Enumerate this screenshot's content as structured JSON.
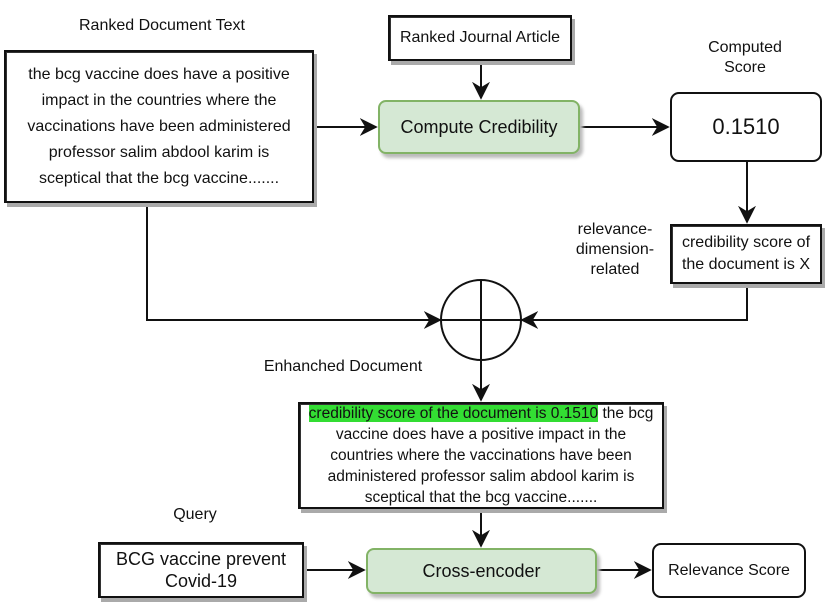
{
  "labels": {
    "ranked_doc_text": "Ranked Document Text",
    "computed_score_line1": "Computed",
    "computed_score_line2": "Score",
    "relevance_dimension_line1": "relevance-",
    "relevance_dimension_line2": "dimension-",
    "relevance_dimension_line3": "related",
    "enhanced_document": "Enhanched Document",
    "query": "Query"
  },
  "boxes": {
    "ranked_doc": "the bcg vaccine does have a positive impact in the countries where the vaccinations have been administered professor salim abdool karim is sceptical that the bcg vaccine.......",
    "journal_article": "Ranked Journal Article",
    "compute_credibility": "Compute Credibility",
    "score": "0.1510",
    "credibility_statement_line1": "credibility score of",
    "credibility_statement_line2": "the document is X",
    "enhanced_highlight": "credibility score of the document is 0.1510",
    "enhanced_rest": " the bcg vaccine does have a positive impact in the countries where the vaccinations have been administered professor salim abdool karim is sceptical that the bcg vaccine.......",
    "query_line1": "BCG vaccine prevent",
    "query_line2": "Covid-19",
    "cross_encoder": "Cross-encoder",
    "relevance_score": "Relevance Score"
  },
  "colors": {
    "process_fill": "#d5e8d4",
    "process_border": "#82b366",
    "highlight": "#33dd33"
  }
}
